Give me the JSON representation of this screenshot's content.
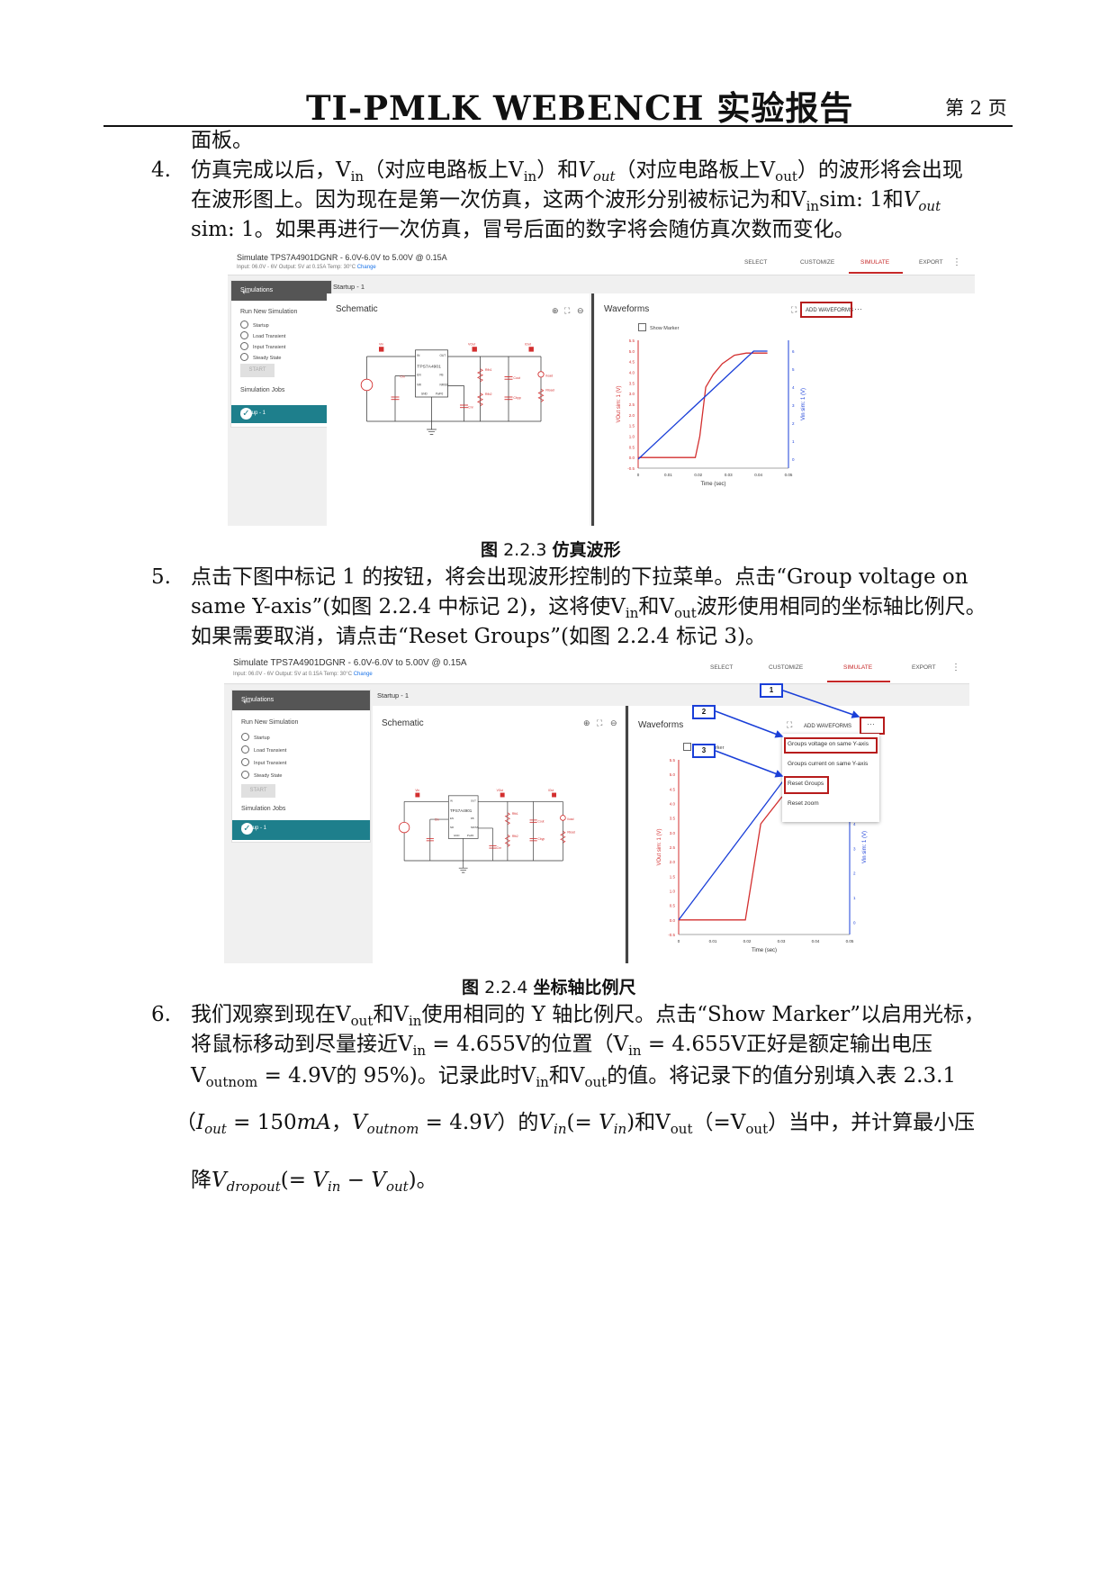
{
  "header": {
    "title": "TI-PMLK WEBENCH  实验报告",
    "page": "第 2 页"
  },
  "body": {
    "l0": "面板。",
    "i4": {
      "num": "4.",
      "l1": [
        "仿真完成以后，V",
        "in",
        "（对应电路板上V",
        "in",
        "）和",
        "V",
        "out",
        "（对应电路板上V",
        "out",
        "）的波形将会出现"
      ],
      "l2": [
        "在波形图上。因为现在是第一次仿真，这两个波形分别被标记为和V",
        "in",
        "sim: 1和",
        "V",
        "out"
      ],
      "l3": "sim: 1。如果再进行一次仿真，冒号后面的数字将会随仿真次数而变化。"
    },
    "fig1_caption": [
      "图",
      "2.2.3 ",
      "仿真波形"
    ],
    "i5": {
      "num": "5.",
      "l1": "点击下图中标记 1 的按钮，将会出现波形控制的下拉菜单。点击“Group voltage on",
      "l2": [
        "same Y-axis”(如图  2.2.4 中标记 2)，这将使V",
        "in",
        "和V",
        "out",
        "波形使用相同的坐标轴比例尺。"
      ],
      "l3": "如果需要取消，请点击“Reset Groups”(如图  2.2.4 标记 3)。"
    },
    "fig2_caption": [
      "图",
      "2.2.4 ",
      "坐标轴比例尺"
    ],
    "i6": {
      "num": "6.",
      "l1": [
        "我们观察到现在V",
        "out",
        "和V",
        "in",
        "使用相同的 Y 轴比例尺。点击“Show Marker”以启用光标，"
      ],
      "l2": [
        "将鼠标移动到尽量接近V",
        "in",
        " = 4.655V的位置（V",
        "in",
        " = 4.655V正好是额定输出电压"
      ],
      "l3": [
        "V",
        "outnom",
        " = 4.9V的 95%)。记录此时V",
        "in",
        "和V",
        "out",
        "的值。将记录下的值分别填入表  2.3.1"
      ],
      "l4": [
        "（",
        "I",
        "out",
        " = 150",
        "mA",
        "，",
        "V",
        "outnom",
        " = 4.9",
        "V",
        "）的",
        "V",
        "in",
        "(= ",
        "V",
        "in",
        ")和V",
        "out",
        "（=V",
        "out",
        "）当中，并计算最小压"
      ],
      "l5": [
        "降",
        "V",
        "dropout",
        "(= ",
        "V",
        "in",
        " − ",
        "V",
        "out",
        ")。"
      ]
    }
  },
  "app": {
    "title": "Simulate TPS7A4901DGNR - 6.0V-6.0V to 5.00V @ 0.15A",
    "subtitle": "Input: 06.0V - 6V      Output: 5V at 0.15A      Temp: 30°C",
    "change": "Change",
    "nav": [
      "SELECT",
      "CUSTOMIZE",
      "SIMULATE",
      "EXPORT"
    ],
    "sidebar_title": "Simulations",
    "run_new": "Run New Simulation",
    "sim_types": [
      "Startup",
      "Load Transient",
      "Input Transient",
      "Steady State"
    ],
    "start": "START",
    "jobs": "Simulation Jobs",
    "job1": "Startup - 1",
    "breadcrumb": "Startup - 1",
    "schematic": "Schematic",
    "waveforms": "Waveforms",
    "add_waveforms": "ADD WAVEFORMS",
    "more": "···",
    "show_marker": "Show Marker",
    "menu": [
      "Groups voltage on same Y-axis",
      "Groups current on same Y-axis",
      "Reset Groups",
      "Reset zoom"
    ],
    "tags": [
      "1",
      "2",
      "3"
    ],
    "chip": "TPS7A4901",
    "chip_pins": [
      "IN",
      "OUT",
      "EN",
      "FB",
      "NR",
      "NR/SS",
      "GND",
      "PwPd"
    ],
    "comp_labels": [
      "Vin",
      "VOut",
      "IOut",
      "Cin",
      "Rfb1",
      "Rfb2",
      "Cnr",
      "Cout",
      "Cbyp",
      "Iload",
      "Rload"
    ]
  },
  "chart_data": [
    {
      "type": "line",
      "title": "",
      "xlabel": "Time (sec)",
      "ylabel": "VOut sim: 1 (V)",
      "y2label": "Vin sim: 1 (V)",
      "x_ticks": [
        "0",
        "0.01",
        "0.02",
        "0.03",
        "0.04",
        "0.05"
      ],
      "y_ticks": [
        "-0.5",
        "0.0",
        "0.5",
        "1.0",
        "1.5",
        "2.0",
        "2.5",
        "3.0",
        "3.5",
        "4.0",
        "4.5",
        "5.0",
        "5.5"
      ],
      "y2_ticks": [
        "0",
        "1",
        "2",
        "3",
        "4",
        "5",
        "6"
      ],
      "xlim": [
        0,
        0.05
      ],
      "ylim": [
        -0.5,
        5.5
      ],
      "y2lim": [
        -0.5,
        6.6
      ],
      "series": [
        {
          "name": "VOut sim: 1",
          "color": "#d32f2f",
          "axis": "left",
          "x": [
            0,
            0.019,
            0.0205,
            0.0225,
            0.025,
            0.028,
            0.032,
            0.036,
            0.04,
            0.043
          ],
          "y": [
            0.0,
            0.0,
            1.0,
            3.3,
            3.9,
            4.4,
            4.8,
            4.9,
            4.9,
            4.9
          ]
        },
        {
          "name": "Vin sim: 1",
          "color": "#1a3fd8",
          "axis": "right",
          "x": [
            0,
            0.0384,
            0.043
          ],
          "y": [
            0.0,
            6.0,
            6.0
          ]
        }
      ]
    },
    {
      "type": "line",
      "title": "",
      "xlabel": "Time (sec)",
      "ylabel": "VOut sim: 1 (V)",
      "y2label": "Vin sim: 1 (V)",
      "x_ticks": [
        "0",
        "0.01",
        "0.02",
        "0.03",
        "0.04",
        "0.05"
      ],
      "y_ticks": [
        "-0.5",
        "0.0",
        "0.5",
        "1.0",
        "1.5",
        "2.0",
        "2.5",
        "3.0",
        "3.5",
        "4.0",
        "4.5",
        "5.0",
        "5.5"
      ],
      "y2_ticks": [
        "0",
        "1",
        "2",
        "3",
        "4",
        "5",
        "6"
      ],
      "xlim": [
        0,
        0.05
      ],
      "ylim": [
        -0.5,
        5.5
      ],
      "y2lim": [
        -0.5,
        6.6
      ],
      "series": [
        {
          "name": "VOut sim: 1",
          "color": "#d32f2f",
          "axis": "left",
          "x": [
            0,
            0.0195,
            0.024,
            0.026,
            0.03,
            0.034,
            0.038,
            0.043
          ],
          "y": [
            0.0,
            0.0,
            3.3,
            3.6,
            4.2,
            4.6,
            4.85,
            4.9
          ]
        },
        {
          "name": "Vin sim: 1",
          "color": "#1a3fd8",
          "axis": "left",
          "x": [
            0,
            0.0384,
            0.043
          ],
          "y": [
            0.0,
            6.0,
            6.0
          ]
        }
      ]
    }
  ]
}
